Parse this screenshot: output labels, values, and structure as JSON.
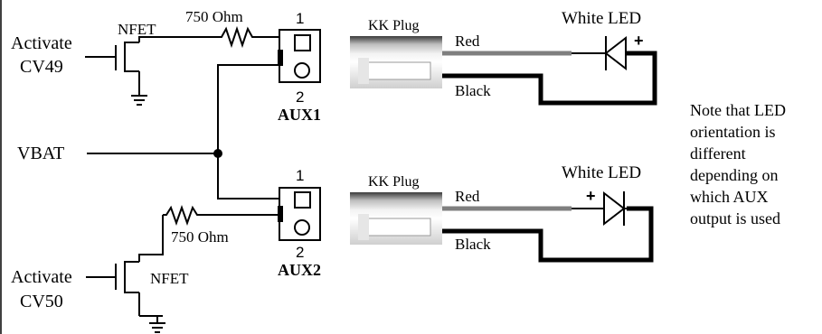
{
  "circuits": [
    {
      "activate_label": "Activate",
      "cv_label": "CV49",
      "fet_label": "NFET",
      "resistor_label": "750  Ohm",
      "pin1_label": "1",
      "pin2_label": "2",
      "aux_label": "AUX1",
      "plug_label": "KK Plug",
      "red_label": "Red",
      "black_label": "Black",
      "led_label": "White LED",
      "plus_label": "+"
    },
    {
      "activate_label": "Activate",
      "cv_label": "CV50",
      "fet_label": "NFET",
      "resistor_label": "750  Ohm",
      "pin1_label": "1",
      "pin2_label": "2",
      "aux_label": "AUX2",
      "plug_label": "KK Plug",
      "red_label": "Red",
      "black_label": "Black",
      "led_label": "White LED",
      "plus_label": "+"
    }
  ],
  "vbat_label": "VBAT",
  "note_lines": [
    "Note that LED",
    "orientation is",
    "different",
    "depending on",
    "which AUX",
    "output is used"
  ]
}
